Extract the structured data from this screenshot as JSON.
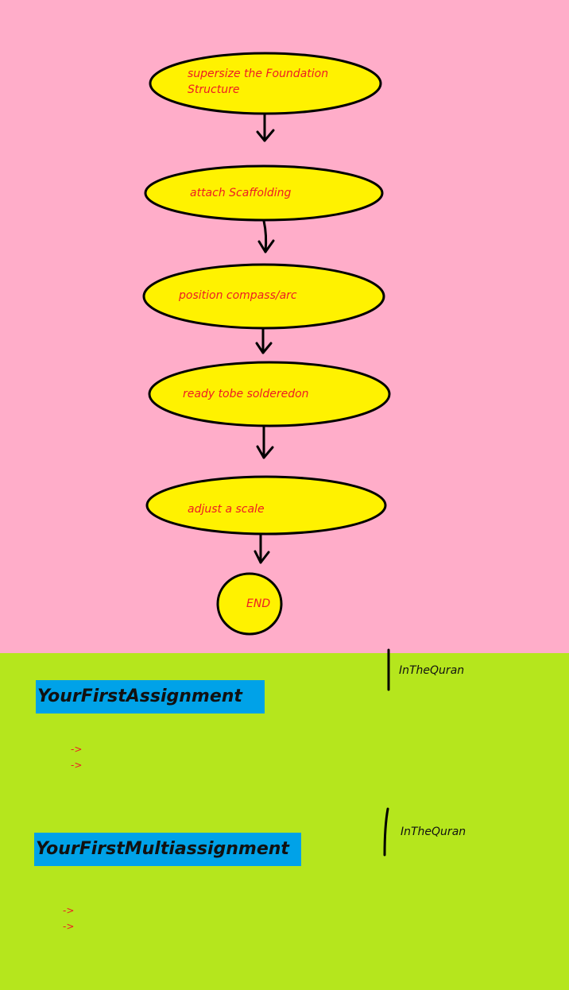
{
  "flowchart": {
    "nodes": [
      {
        "label": "supersize the Foundation Structure"
      },
      {
        "label": "attach Scaffolding"
      },
      {
        "label": "position compass/arc"
      },
      {
        "label": "ready tobe solderedon"
      },
      {
        "label": "adjust a scale"
      },
      {
        "label": "END"
      }
    ]
  },
  "sections": [
    {
      "heading": "YourFirstAssignment",
      "side_label": "InTheQuran",
      "items": [
        "->",
        "->"
      ]
    },
    {
      "heading": "YourFirstMultiassignment",
      "side_label": "InTheQuran",
      "items": [
        "->",
        "->"
      ]
    }
  ],
  "colors": {
    "flow_background": "#ffadc9",
    "lower_background": "#b5e61d",
    "node_fill": "#fff200",
    "node_text": "#ed1c24",
    "heading_fill": "#00a2e8"
  }
}
